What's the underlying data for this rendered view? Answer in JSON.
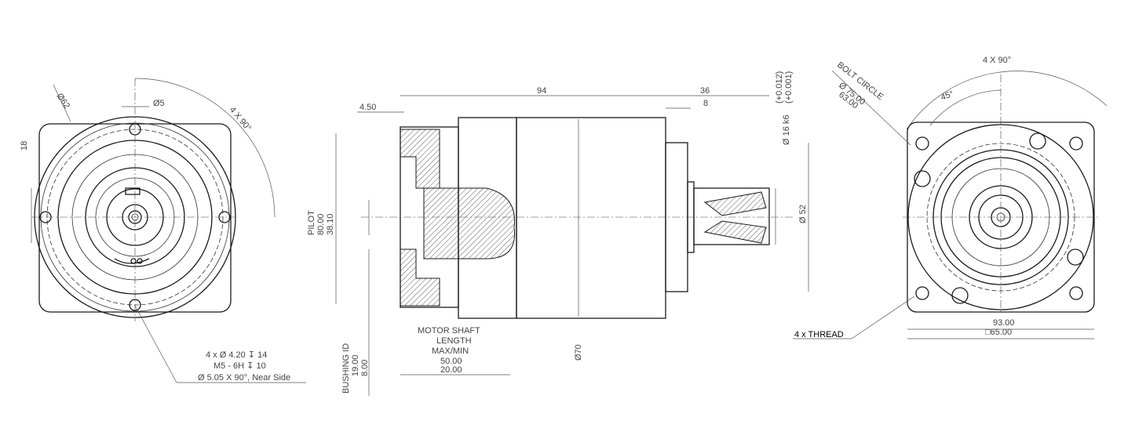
{
  "front_view": {
    "dia_62": "Ø62",
    "dia_5": "Ø5",
    "dim_18": "18",
    "angle": "4 X 90°",
    "note_line1": "4 x Ø 4.20 ↧ 14",
    "note_line2": "M5 - 6H ↧ 10",
    "note_line3": "Ø 5.05 X 90°, Near Side"
  },
  "side_view": {
    "dim_94": "94",
    "dim_36": "36",
    "dim_8": "8",
    "dim_4_50": "4.50",
    "tol_upper": "(+0.012)",
    "tol_lower": "(+0.001)",
    "shaft_dia": "Ø 16 k6",
    "pilot_label": "PILOT",
    "pilot_val1": "80.00",
    "pilot_val2": "38.10",
    "dia_52": "Ø 52",
    "dia_70": "Ø70",
    "bushing_label": "BUSHING ID",
    "bushing_val1": "19.00",
    "bushing_val2": "8.00",
    "motor_shaft": "MOTOR SHAFT",
    "length": "LENGTH",
    "max_min": "MAX/MIN",
    "max_val": "50.00",
    "min_val": "20.00"
  },
  "rear_view": {
    "angle": "4 X 90°",
    "bolt_circle": "BOLT CIRCLE",
    "bc_val1": "Ø 75.00",
    "bc_val2": "63.00",
    "angle_45": "45°",
    "thread": "4 x THREAD",
    "sq_93": "93.00",
    "sq_65": "□65.00"
  }
}
